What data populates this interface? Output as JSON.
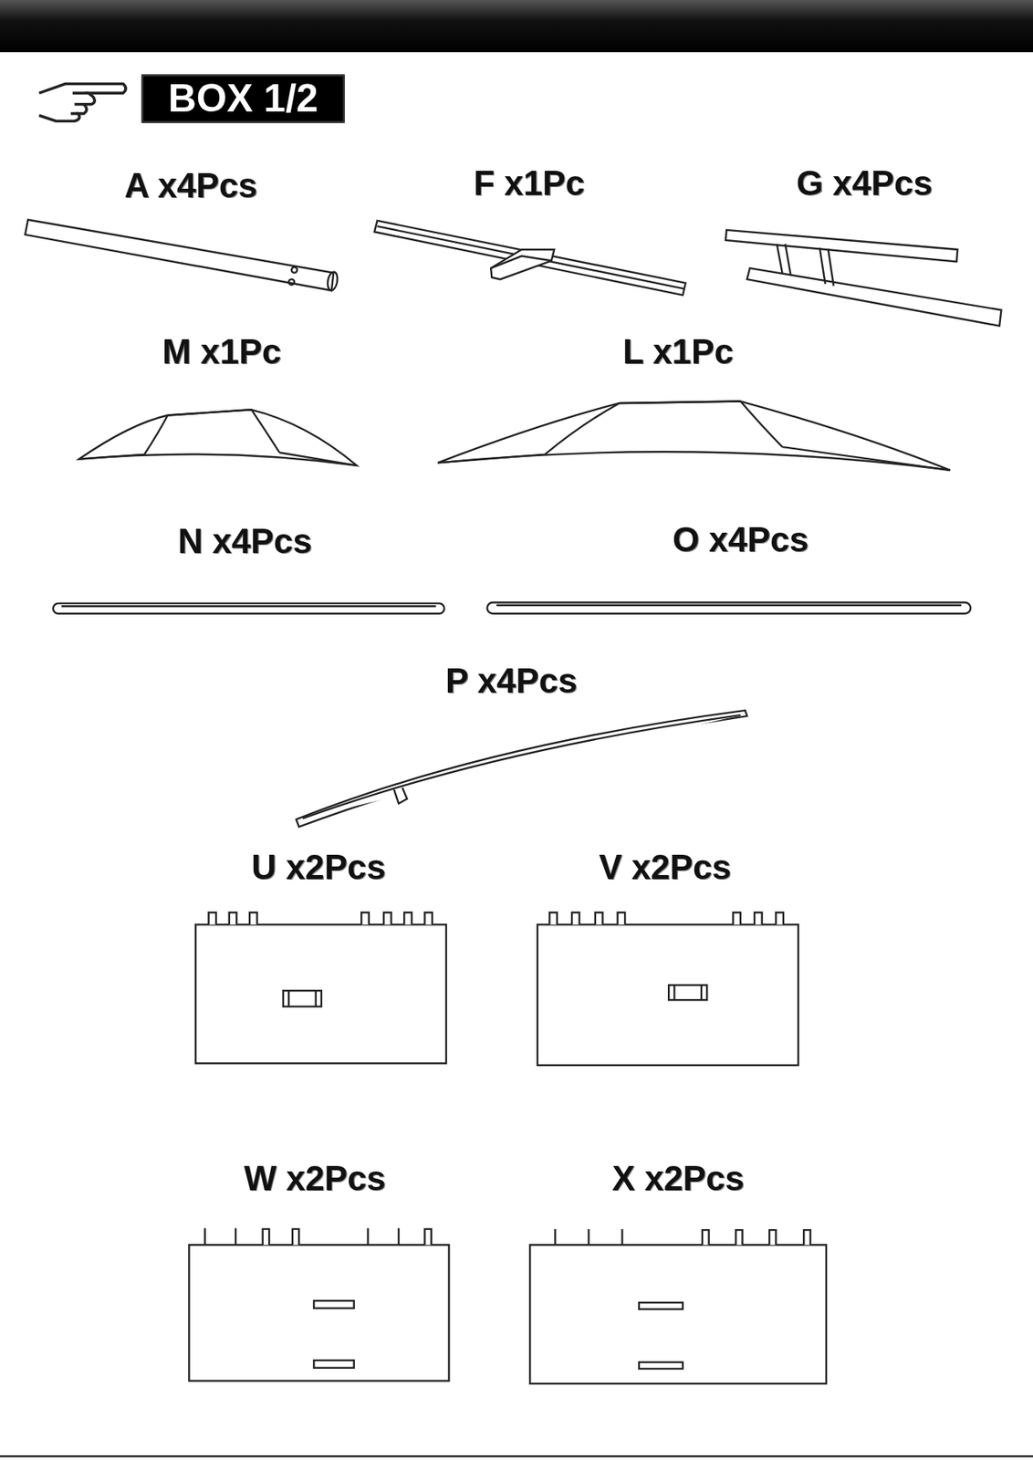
{
  "diagram": {
    "nodes": [
      {
        "text": [
          "BOX 1/2"
        ]
      }
    ],
    "labels": [
      "A x4Pcs",
      "F x1Pc",
      "G x4Pcs",
      "M x1Pc",
      "L x1Pc",
      "N x4Pcs",
      "O x4Pcs",
      "P x4Pcs",
      "U x2Pcs",
      "V x2Pcs",
      "W x2Pcs",
      "X x2Pcs"
    ]
  }
}
